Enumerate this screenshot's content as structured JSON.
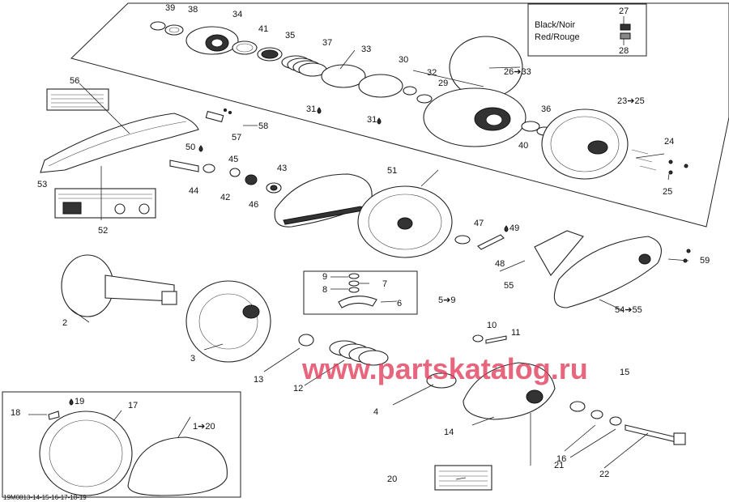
{
  "diagram": {
    "legend": {
      "black": "Black/Noir",
      "red": "Red/Rouge",
      "top_ref": "27",
      "bottom_ref": "28"
    },
    "watermark": "www.partskatalog.ru",
    "footer_code": "19M0813-14-15-16-17-18-19",
    "callouts": {
      "c39": "39",
      "c38": "38",
      "c34": "34",
      "c41": "41",
      "c35": "35",
      "c37": "37",
      "c33": "33",
      "c30": "30",
      "c32": "32",
      "c29": "29",
      "c31a": "31",
      "c31b": "31",
      "c26_33": "26➔33",
      "c36": "36",
      "c40": "40",
      "c23_25": "23➔25",
      "c24": "24",
      "c25": "25",
      "c56": "56",
      "c58": "58",
      "c57": "57",
      "c50": "50",
      "c45": "45",
      "c43": "43",
      "c44": "44",
      "c42": "42",
      "c46": "46",
      "c51": "51",
      "c53": "53",
      "c52": "52",
      "c47": "47",
      "c49": "49",
      "c48": "48",
      "c59": "59",
      "c55": "55",
      "c54_55": "54➔55",
      "c9": "9",
      "c7": "7",
      "c8": "8",
      "c6": "6",
      "c5_9": "5➔9",
      "c2": "2",
      "c3": "3",
      "c10": "10",
      "c11": "11",
      "c13": "13",
      "c12": "12",
      "c15": "15",
      "c4": "4",
      "c14": "14",
      "c18": "18",
      "c19": "19",
      "c17": "17",
      "c1_20": "1➔20",
      "c16": "16",
      "c21": "21",
      "c22": "22",
      "c20": "20"
    }
  }
}
